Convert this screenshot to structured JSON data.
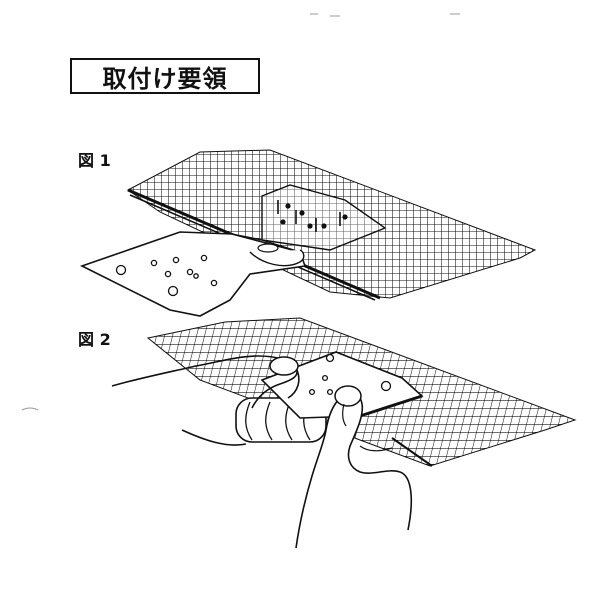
{
  "title": "取付け要領",
  "figures": [
    {
      "label": "図 1"
    },
    {
      "label": "図 2"
    }
  ],
  "colors": {
    "ink": "#111111",
    "paper": "#ffffff"
  },
  "icons": [
    "mesh-screen",
    "repair-plate",
    "hand"
  ]
}
